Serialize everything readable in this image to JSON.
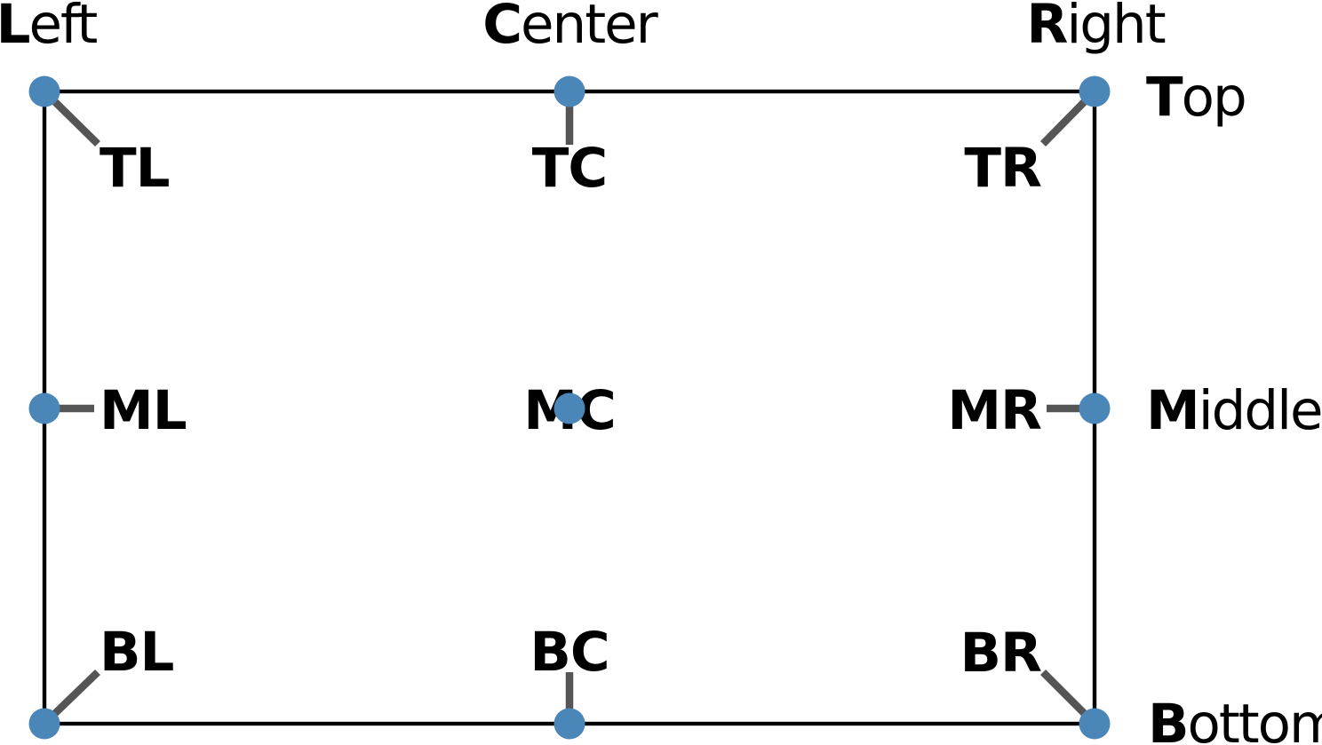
{
  "colors": {
    "dot": "#4b86b8",
    "connector": "#555555",
    "frame": "#000000",
    "text": "#000000"
  },
  "column_labels": {
    "left": {
      "bold": "L",
      "rest": "eft"
    },
    "center": {
      "bold": "C",
      "rest": "enter"
    },
    "right": {
      "bold": "R",
      "rest": "ight"
    }
  },
  "row_labels": {
    "top": {
      "bold": "T",
      "rest": "op"
    },
    "middle": {
      "bold": "M",
      "rest": "iddle"
    },
    "bottom": {
      "bold": "B",
      "rest": "ottom"
    }
  },
  "anchor_labels": {
    "tl": "TL",
    "tc": "TC",
    "tr": "TR",
    "ml": "ML",
    "mc": "MC",
    "mr": "MR",
    "bl": "BL",
    "bc": "BC",
    "br": "BR"
  }
}
